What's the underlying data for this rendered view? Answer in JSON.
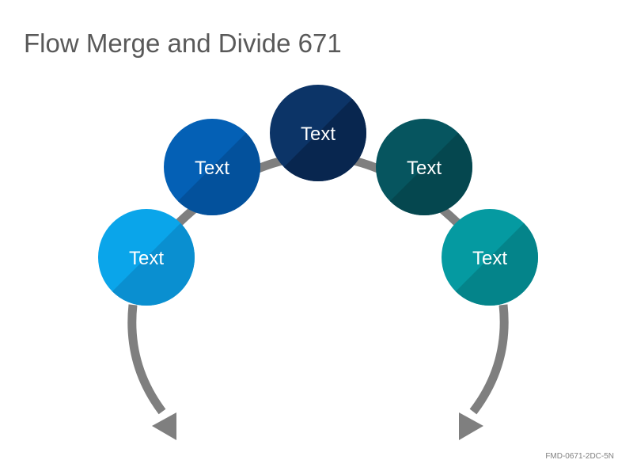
{
  "slide": {
    "title": "Flow Merge and Divide 671",
    "code": "FMD-0671-2DC-5N"
  },
  "nodes": [
    {
      "id": "node-1",
      "label": "Text",
      "color": "#0aa5ea",
      "shade": "#0a8fd0"
    },
    {
      "id": "node-2",
      "label": "Text",
      "color": "#0460b5",
      "shade": "#03519c"
    },
    {
      "id": "node-3",
      "label": "Text",
      "color": "#0c3467",
      "shade": "#08264f"
    },
    {
      "id": "node-4",
      "label": "Text",
      "color": "#06555f",
      "shade": "#05474f"
    },
    {
      "id": "node-5",
      "label": "Text",
      "color": "#059aa1",
      "shade": "#04848a"
    }
  ],
  "connector_color": "#7f7f7f"
}
